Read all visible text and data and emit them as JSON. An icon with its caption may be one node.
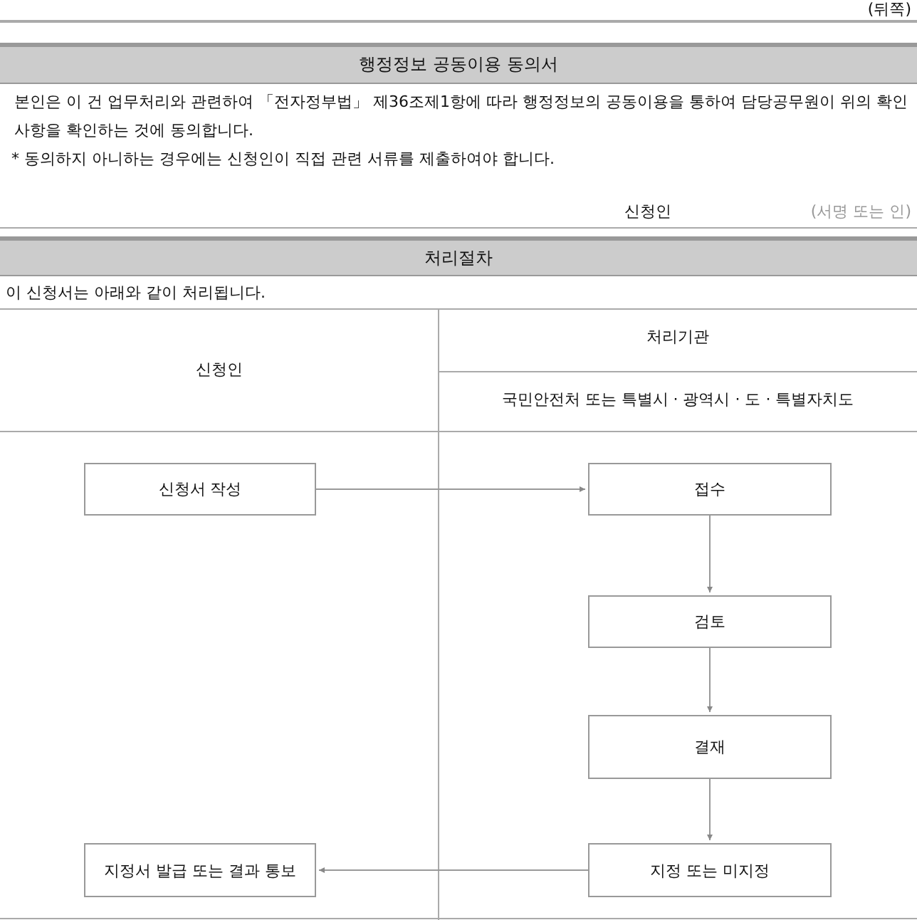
{
  "diagram": {
    "nodes": [
      {
        "text": [
          "행정정보 공동이용 동의서"
        ]
      },
      {
        "text": [
          "처리절차"
        ]
      },
      {
        "text": [
          "신청서 작성"
        ]
      },
      {
        "text": [
          "접수"
        ]
      },
      {
        "text": [
          "검토"
        ]
      },
      {
        "text": [
          "결재"
        ]
      },
      {
        "text": [
          "지정 또는 미지정"
        ]
      },
      {
        "text": [
          "지정서 발급 또는 결과 통보"
        ]
      }
    ],
    "edges": [
      {
        "from": 2,
        "to": 3,
        "arrow": "to"
      },
      {
        "from": 3,
        "to": 4,
        "arrow": "to"
      },
      {
        "from": 4,
        "to": 5,
        "arrow": "to"
      },
      {
        "from": 5,
        "to": 6,
        "arrow": "to"
      },
      {
        "from": 6,
        "to": 7,
        "arrow": "to"
      }
    ],
    "labels": [
      "(뒤쪽)",
      "본인은 이 건 업무처리와 관련하여 「전자정부법」 제36조제1항에 따라 행정정보의 공동이용을 통하여 담당공무원이 위의 확인사항을 확인하는 것에 동의합니다.",
      "* 동의하지 아니하는 경우에는 신청인이 직접 관련 서류를 제출하여야 합니다.",
      "신청인",
      "(서명 또는 인)",
      "이 신청서는 아래와 같이 처리됩니다.",
      "신청인",
      "처리기관",
      "국민안전처 또는 특별시 · 광역시 · 도 · 특별자치도"
    ]
  }
}
